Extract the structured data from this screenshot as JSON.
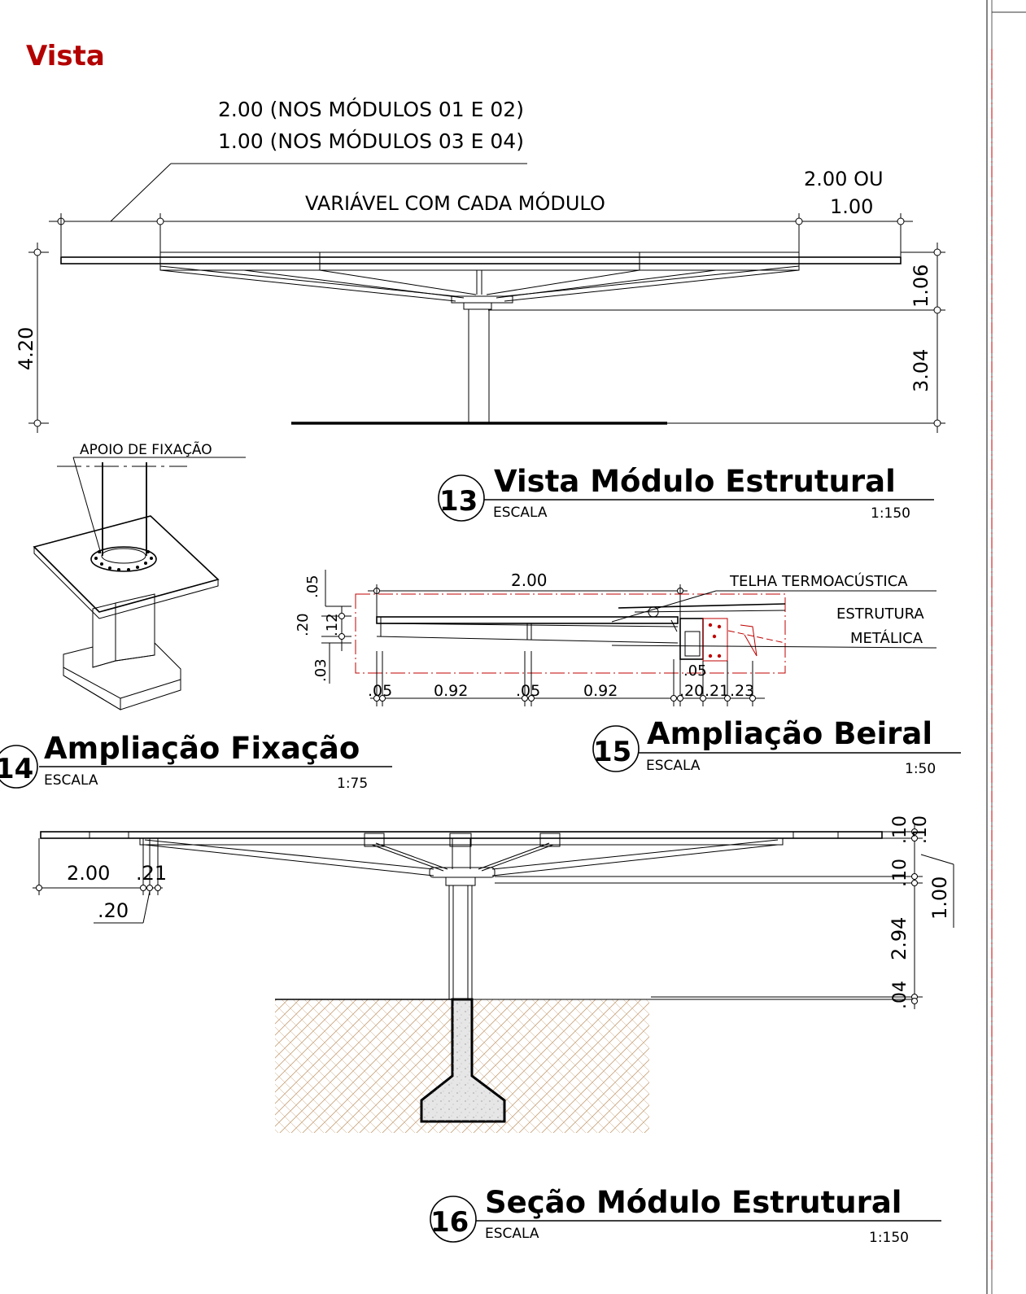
{
  "header": {
    "title": "Vista",
    "title_color": "#b30000"
  },
  "view13": {
    "note_line1": "2.00 (NOS MÓDULOS 01 E 02)",
    "note_line2": "1.00 (NOS MÓDULOS 03 E 04)",
    "variable_label": "VARIÁVEL COM CADA MÓDULO",
    "right_note_line1": "2.00 OU",
    "right_note_line2": "1.00",
    "dim_total_height": "4.20",
    "dim_upper": "1.06",
    "dim_lower": "3.04",
    "number": "13",
    "title": "Vista Módulo Estrutural",
    "scale_label": "ESCALA",
    "scale_value": "1:150"
  },
  "view14": {
    "support_label": "APOIO DE FIXAÇÃO",
    "number": "14",
    "title": "Ampliação Fixação",
    "scale_label": "ESCALA",
    "scale_value": "1:75"
  },
  "view15": {
    "dim_top": "2.00",
    "dim_05_top": ".05",
    "dim_20": ".20",
    "dim_12": ".12",
    "dim_03": ".03",
    "roof_label": "TELHA TERMOACÚSTICA",
    "structure_label_1": "ESTRUTURA",
    "structure_label_2": "METÁLICA",
    "dim_05_right": ".05",
    "dim_a": ".05",
    "dim_b": "0.92",
    "dim_c": ".05",
    "dim_d": "0.92",
    "dim_e": ".20",
    "dim_f": ".21",
    "dim_g": ".23",
    "number": "15",
    "title": "Ampliação Beiral",
    "scale_label": "ESCALA",
    "scale_value": "1:50"
  },
  "view16": {
    "dim_eave": "2.00",
    "dim_21": ".21",
    "dim_20": ".20",
    "dim_10a": ".10",
    "dim_10b": ".10",
    "dim_10c": ".10",
    "dim_100": "1.00",
    "dim_294": "2.94",
    "dim_04": ".04",
    "number": "16",
    "title": "Seção Módulo Estrutural",
    "scale_label": "ESCALA",
    "scale_value": "1:150"
  },
  "colors": {
    "accent_red": "#b30000",
    "hatch": "#c8a27a",
    "dash_red": "#c00000"
  }
}
